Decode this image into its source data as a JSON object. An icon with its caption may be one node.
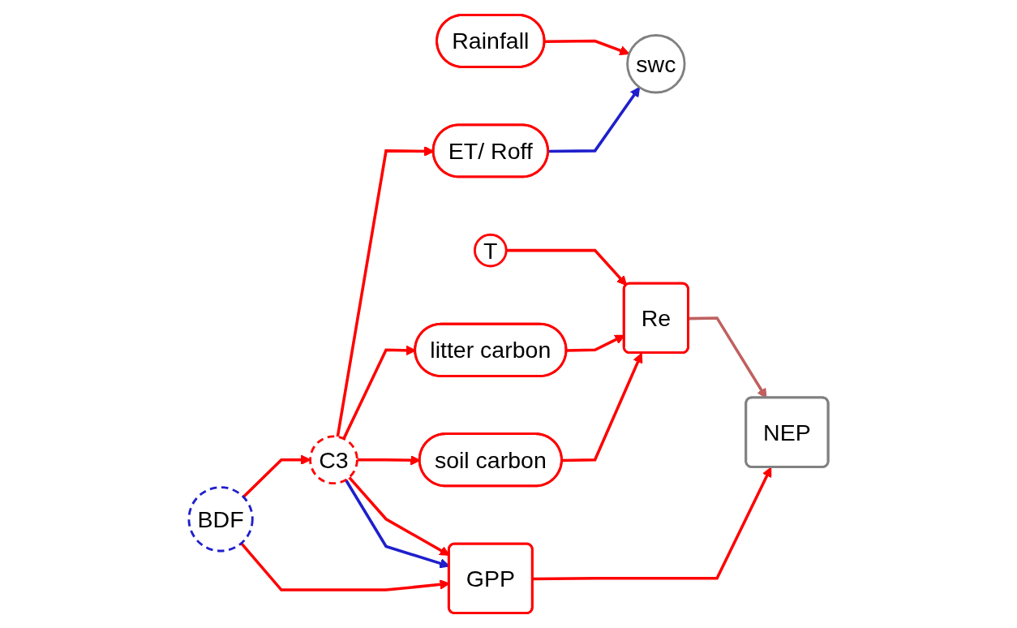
{
  "diagram": {
    "nodes": [
      {
        "text": [
          "BDF"
        ]
      },
      {
        "text": [
          "GPP"
        ]
      },
      {
        "text": [
          "C3"
        ]
      },
      {
        "text": [
          "ET/ Roff"
        ]
      },
      {
        "text": [
          "soil carbon"
        ]
      },
      {
        "text": [
          "NEP"
        ]
      },
      {
        "text": [
          "swc"
        ]
      },
      {
        "text": [
          "litter carbon"
        ]
      },
      {
        "text": [
          "Rainfall"
        ]
      },
      {
        "text": [
          "Re"
        ]
      },
      {
        "text": [
          "T"
        ]
      }
    ],
    "edges": [
      {
        "from": 0,
        "to": 1,
        "arrow": "to"
      },
      {
        "from": 0,
        "to": 2,
        "arrow": "to"
      },
      {
        "from": 2,
        "to": 1,
        "arrow": "to",
        "color": "#1f1fcc"
      },
      {
        "from": 2,
        "to": 1,
        "arrow": "to"
      },
      {
        "from": 2,
        "to": 3,
        "arrow": "to"
      },
      {
        "from": 2,
        "to": 4,
        "arrow": "to"
      },
      {
        "from": 2,
        "to": 7,
        "arrow": "to"
      },
      {
        "from": 3,
        "to": 6,
        "arrow": "to",
        "color": "#1f1fcc"
      },
      {
        "from": 8,
        "to": 6,
        "arrow": "to"
      },
      {
        "from": 1,
        "to": 5,
        "arrow": "to"
      },
      {
        "from": 4,
        "to": 9,
        "arrow": "to"
      },
      {
        "from": 7,
        "to": 9,
        "arrow": "to"
      },
      {
        "from": 10,
        "to": 9,
        "arrow": "to"
      },
      {
        "from": 9,
        "to": 5,
        "arrow": "to",
        "color": "#c06060"
      }
    ]
  }
}
